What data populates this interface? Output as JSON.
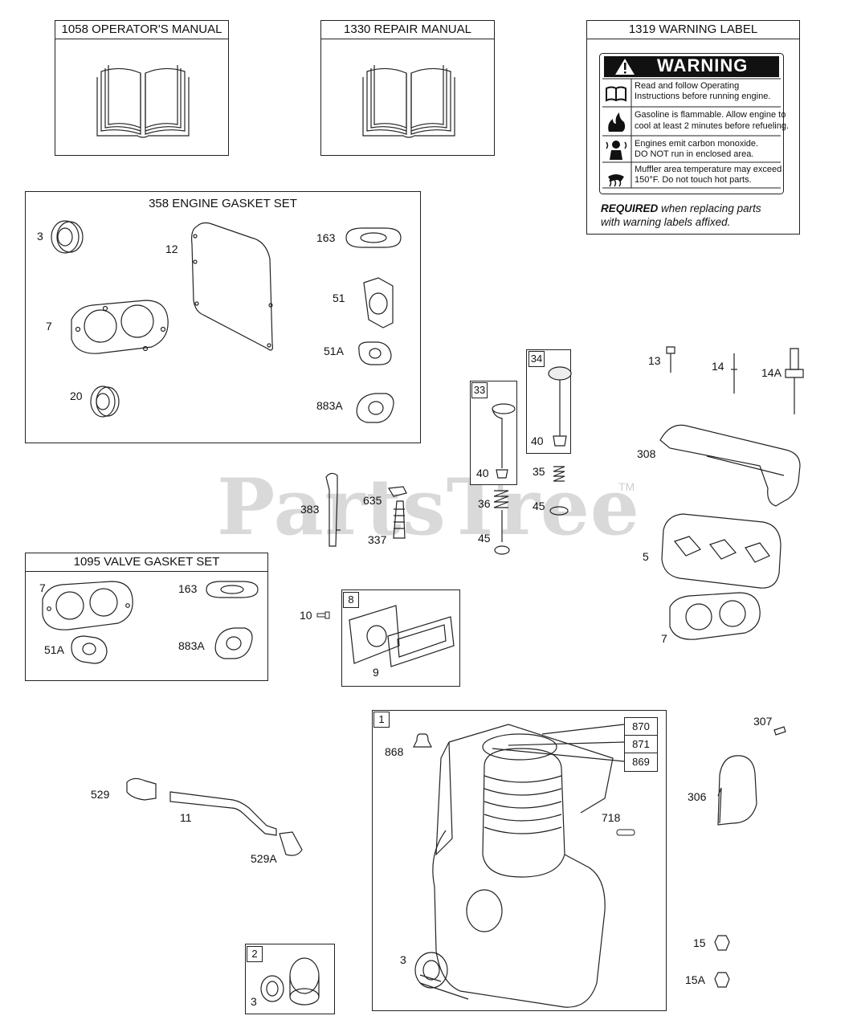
{
  "watermark": {
    "text": "PartsTree",
    "trademark": "TM"
  },
  "manuals": {
    "operator": "1058 OPERATOR'S MANUAL",
    "repair": "1330 REPAIR MANUAL",
    "warning_label": "1319 WARNING LABEL"
  },
  "warning_label": {
    "heading": "WARNING",
    "lines": [
      {
        "line1": "Read and follow Operating",
        "line2": "Instructions before running engine.",
        "icon": "book-icon"
      },
      {
        "line1": "Gasoline is flammable. Allow engine to",
        "line2": "cool at least 2 minutes before refueling.",
        "icon": "fire-icon"
      },
      {
        "line1": "Engines emit carbon monoxide.",
        "line2": "DO NOT run in enclosed area.",
        "icon": "fumes-icon"
      },
      {
        "line1": "Muffler area temperature may exceed",
        "line2": "150°F.  Do not touch hot parts.",
        "icon": "hot-surface-icon"
      }
    ],
    "required_bold": "REQUIRED",
    "required_rest": " when replacing parts",
    "required_line2": "with warning labels affixed."
  },
  "engine_gasket_set": {
    "title": "358 ENGINE GASKET SET",
    "labels": {
      "p3": "3",
      "p12": "12",
      "p163": "163",
      "p51": "51",
      "p7": "7",
      "p51a": "51A",
      "p20": "20",
      "p883a": "883A"
    }
  },
  "valve_gasket_set": {
    "title": "1095 VALVE GASKET SET",
    "labels": {
      "p7": "7",
      "p163": "163",
      "p51a": "51A",
      "p883a": "883A"
    }
  },
  "valves": {
    "tag33": "33",
    "tag34": "34",
    "p40a": "40",
    "p40b": "40",
    "p35": "35",
    "p45a": "45",
    "p36": "36",
    "p45b": "45"
  },
  "breather": {
    "p383": "383",
    "p635": "635",
    "p337": "337",
    "p10": "10",
    "tag8": "8",
    "p9": "9"
  },
  "head": {
    "p13": "13",
    "p14": "14",
    "p14a": "14A",
    "p308": "308",
    "p5": "5",
    "p7": "7"
  },
  "cylinder": {
    "tag1": "1",
    "p868": "868",
    "p870": "870",
    "p871": "871",
    "p869": "869",
    "p718": "718",
    "p3": "3"
  },
  "tube": {
    "p529": "529",
    "p11": "11",
    "p529a": "529A"
  },
  "bearing": {
    "tag2": "2",
    "p3": "3"
  },
  "shield": {
    "p307": "307",
    "p306": "306",
    "p15": "15",
    "p15a": "15A"
  }
}
